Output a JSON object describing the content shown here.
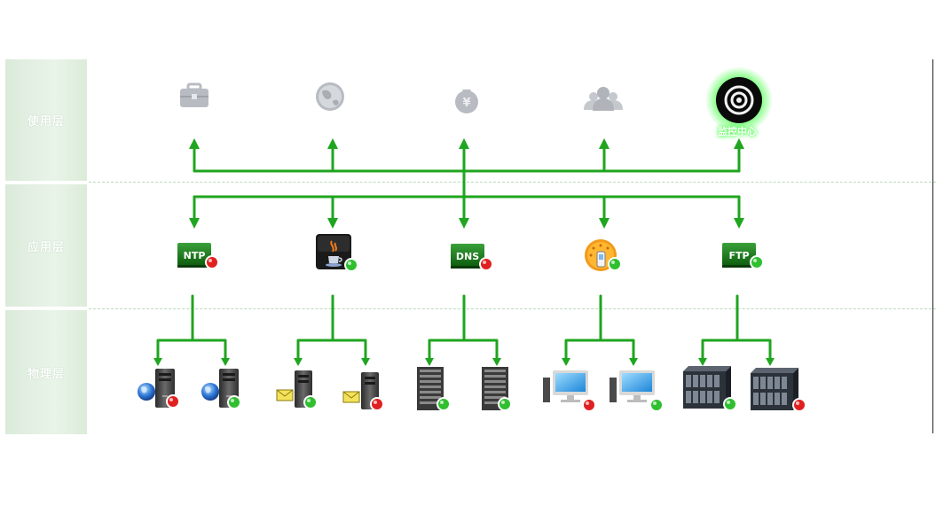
{
  "layers": [
    {
      "label": "使用层"
    },
    {
      "label": "应用层"
    },
    {
      "label": "物理层"
    }
  ],
  "usage_nodes": [
    {
      "icon": "briefcase-icon",
      "state": "inactive"
    },
    {
      "icon": "globe-icon",
      "state": "inactive"
    },
    {
      "icon": "money-bag-icon",
      "state": "inactive"
    },
    {
      "icon": "users-icon",
      "state": "inactive"
    },
    {
      "icon": "target-icon",
      "state": "active",
      "label": "监控中心"
    }
  ],
  "app_nodes": [
    {
      "label": "NTP",
      "icon": "ntp-badge-icon",
      "status": "error"
    },
    {
      "label": "",
      "icon": "java-icon",
      "status": "ok"
    },
    {
      "label": "DNS",
      "icon": "dns-badge-icon",
      "status": "error"
    },
    {
      "label": "",
      "icon": "phone-app-icon",
      "status": "ok"
    },
    {
      "label": "FTP",
      "icon": "ftp-badge-icon",
      "status": "ok"
    }
  ],
  "physical_groups": [
    {
      "type": "web-server",
      "devices": [
        {
          "status": "error"
        },
        {
          "status": "ok"
        }
      ]
    },
    {
      "type": "mail-server",
      "devices": [
        {
          "status": "ok"
        },
        {
          "status": "error"
        }
      ]
    },
    {
      "type": "rack-server",
      "devices": [
        {
          "status": "ok"
        },
        {
          "status": "ok"
        }
      ]
    },
    {
      "type": "workstation",
      "devices": [
        {
          "status": "error"
        },
        {
          "status": "ok"
        }
      ]
    },
    {
      "type": "storage-array",
      "devices": [
        {
          "status": "ok"
        },
        {
          "status": "error"
        }
      ]
    }
  ],
  "colors": {
    "connector": "#1fa51f",
    "status_ok": "#2fbf2f",
    "status_error": "#e02020",
    "inactive_icon": "#b8bcc2"
  }
}
